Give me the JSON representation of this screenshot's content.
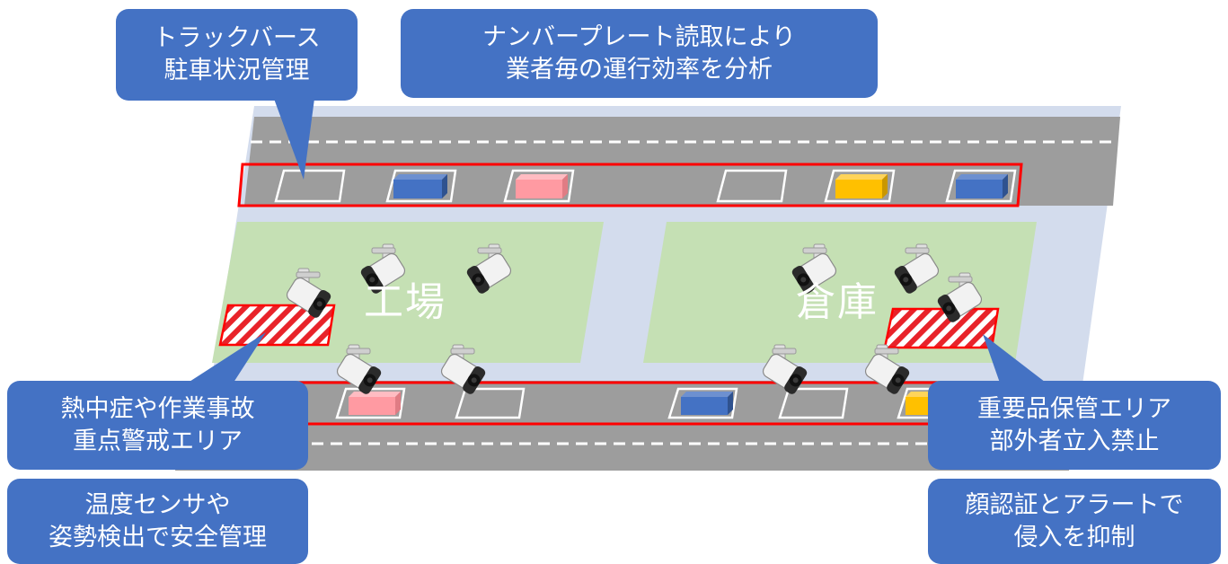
{
  "callouts": {
    "truck_berth": [
      "トラックバース",
      "駐車状況管理"
    ],
    "number_plate": [
      "ナンバープレート読取により",
      "業者毎の運行効率を分析"
    ],
    "heat_stroke": [
      "熱中症や作業事故",
      "重点警戒エリア"
    ],
    "temperature": [
      "温度センサや",
      "姿勢検出で安全管理"
    ],
    "important_storage": [
      "重要品保管エリア",
      "部外者立入禁止"
    ],
    "face_auth": [
      "顔認証とアラートで",
      "侵入を抑制"
    ]
  },
  "zones": {
    "factory": "工場",
    "warehouse": "倉庫"
  },
  "colors": {
    "callout": "#4472c4",
    "road": "#9d9d9d",
    "lot": "#d3dced",
    "zone": "#c5e0b4",
    "highlight": "#ff0000",
    "truck_blue": "#4472c4",
    "truck_pink": "#ff9aa2",
    "truck_yellow": "#ffc000"
  },
  "icons": [
    "security-camera-icon",
    "truck-icon"
  ]
}
